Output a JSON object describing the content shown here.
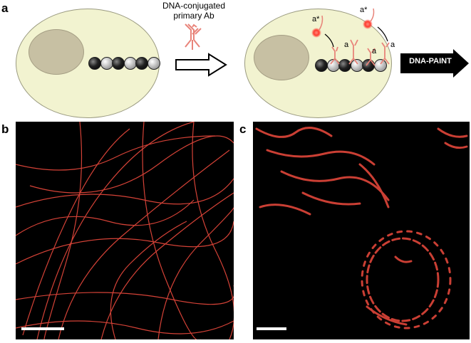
{
  "panels": {
    "a": {
      "label": "a",
      "antibody_caption": "DNA-conjugated primary Ab",
      "imager_strand_label": "a*",
      "docking_strand_label": "a",
      "method_label": "DNA-PAINT"
    },
    "b": {
      "label": "b"
    },
    "c": {
      "label": "c"
    }
  },
  "colors": {
    "cell": "#f2f3d0",
    "nucleus": "#c7c0a3",
    "antibody": "#e8847a",
    "fluorophore": "#ff3b2f",
    "microscopy_background": "#000000",
    "microscopy_signal": "#e0463a",
    "scale_bar": "#ffffff"
  },
  "beads": {
    "left": [
      "dark",
      "light",
      "dark",
      "light",
      "dark",
      "light"
    ],
    "right": [
      "dark",
      "light",
      "dark",
      "light",
      "dark",
      "light"
    ]
  },
  "icons": [
    "open-arrow-icon",
    "dna-paint-arrow-icon",
    "antibody-icon",
    "fluorophore-icon",
    "double-headed-arrow-icon"
  ]
}
